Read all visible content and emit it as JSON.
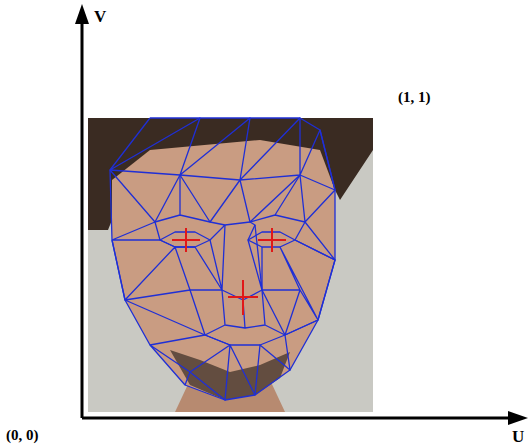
{
  "diagram": {
    "labels": [
      "V",
      "(1, 1)",
      "(0, 0)",
      "U"
    ]
  }
}
